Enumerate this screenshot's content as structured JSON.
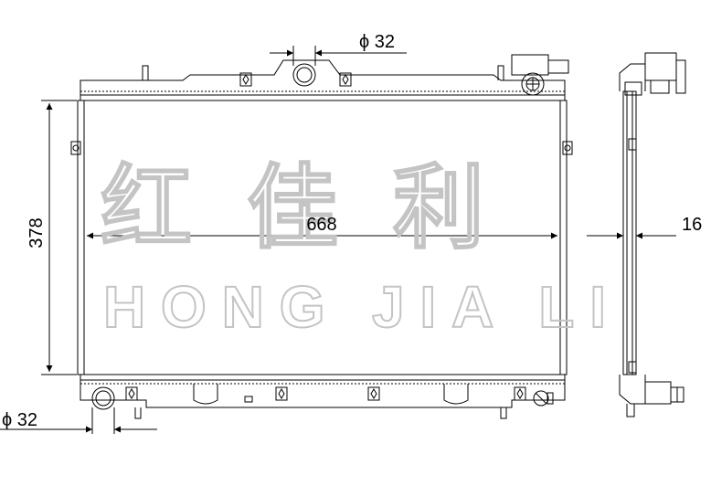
{
  "dimensions": {
    "top_inlet": "ϕ 32",
    "bottom_outlet": "ϕ 32",
    "core_height": "378",
    "core_width": "668",
    "core_thickness": "16"
  },
  "watermark": {
    "chinese": "红佳利",
    "english": "HONG JIA LI"
  },
  "colors": {
    "line": "#000000",
    "watermark": "#c4c4c4"
  }
}
